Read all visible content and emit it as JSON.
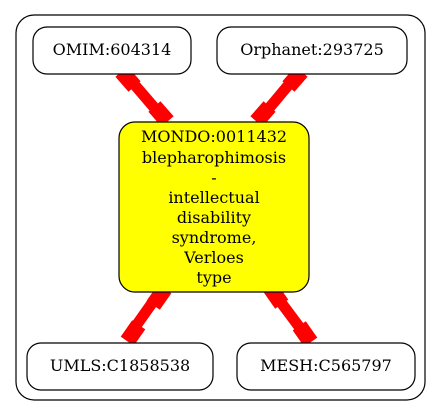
{
  "diagram": {
    "center": {
      "id": "MONDO:0011432",
      "lines": [
        "blepharophimosis",
        "-",
        "intellectual",
        "disability",
        "syndrome,",
        "Verloes",
        "type"
      ],
      "fill": "#ffff00"
    },
    "nodes": {
      "omim": "OMIM:604314",
      "orphanet": "Orphanet:293725",
      "umls": "UMLS:C1858538",
      "mesh": "MESH:C565797"
    },
    "edge_color": "#ff0000"
  }
}
